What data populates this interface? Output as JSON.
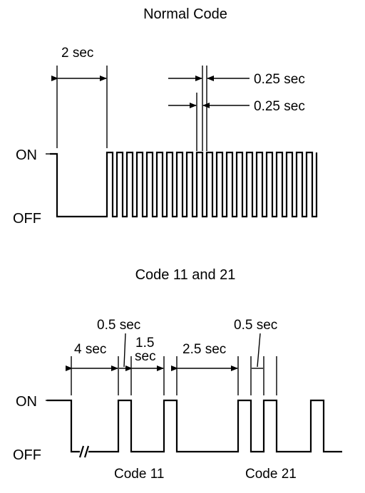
{
  "normal": {
    "title": "Normal Code",
    "state_on": "ON",
    "state_off": "OFF",
    "dim_first": "2 sec",
    "dim_pulse_a": "0.25 sec",
    "dim_pulse_b": "0.25 sec"
  },
  "codes": {
    "title": "Code 11 and 21",
    "state_on": "ON",
    "state_off": "OFF",
    "dim_4s": "4 sec",
    "dim_05a": "0.5 sec",
    "dim_15_line1": "1.5",
    "dim_15_line2": "sec",
    "dim_25": "2.5 sec",
    "dim_05b": "0.5 sec",
    "label_code11": "Code 11",
    "label_code21": "Code 21"
  }
}
